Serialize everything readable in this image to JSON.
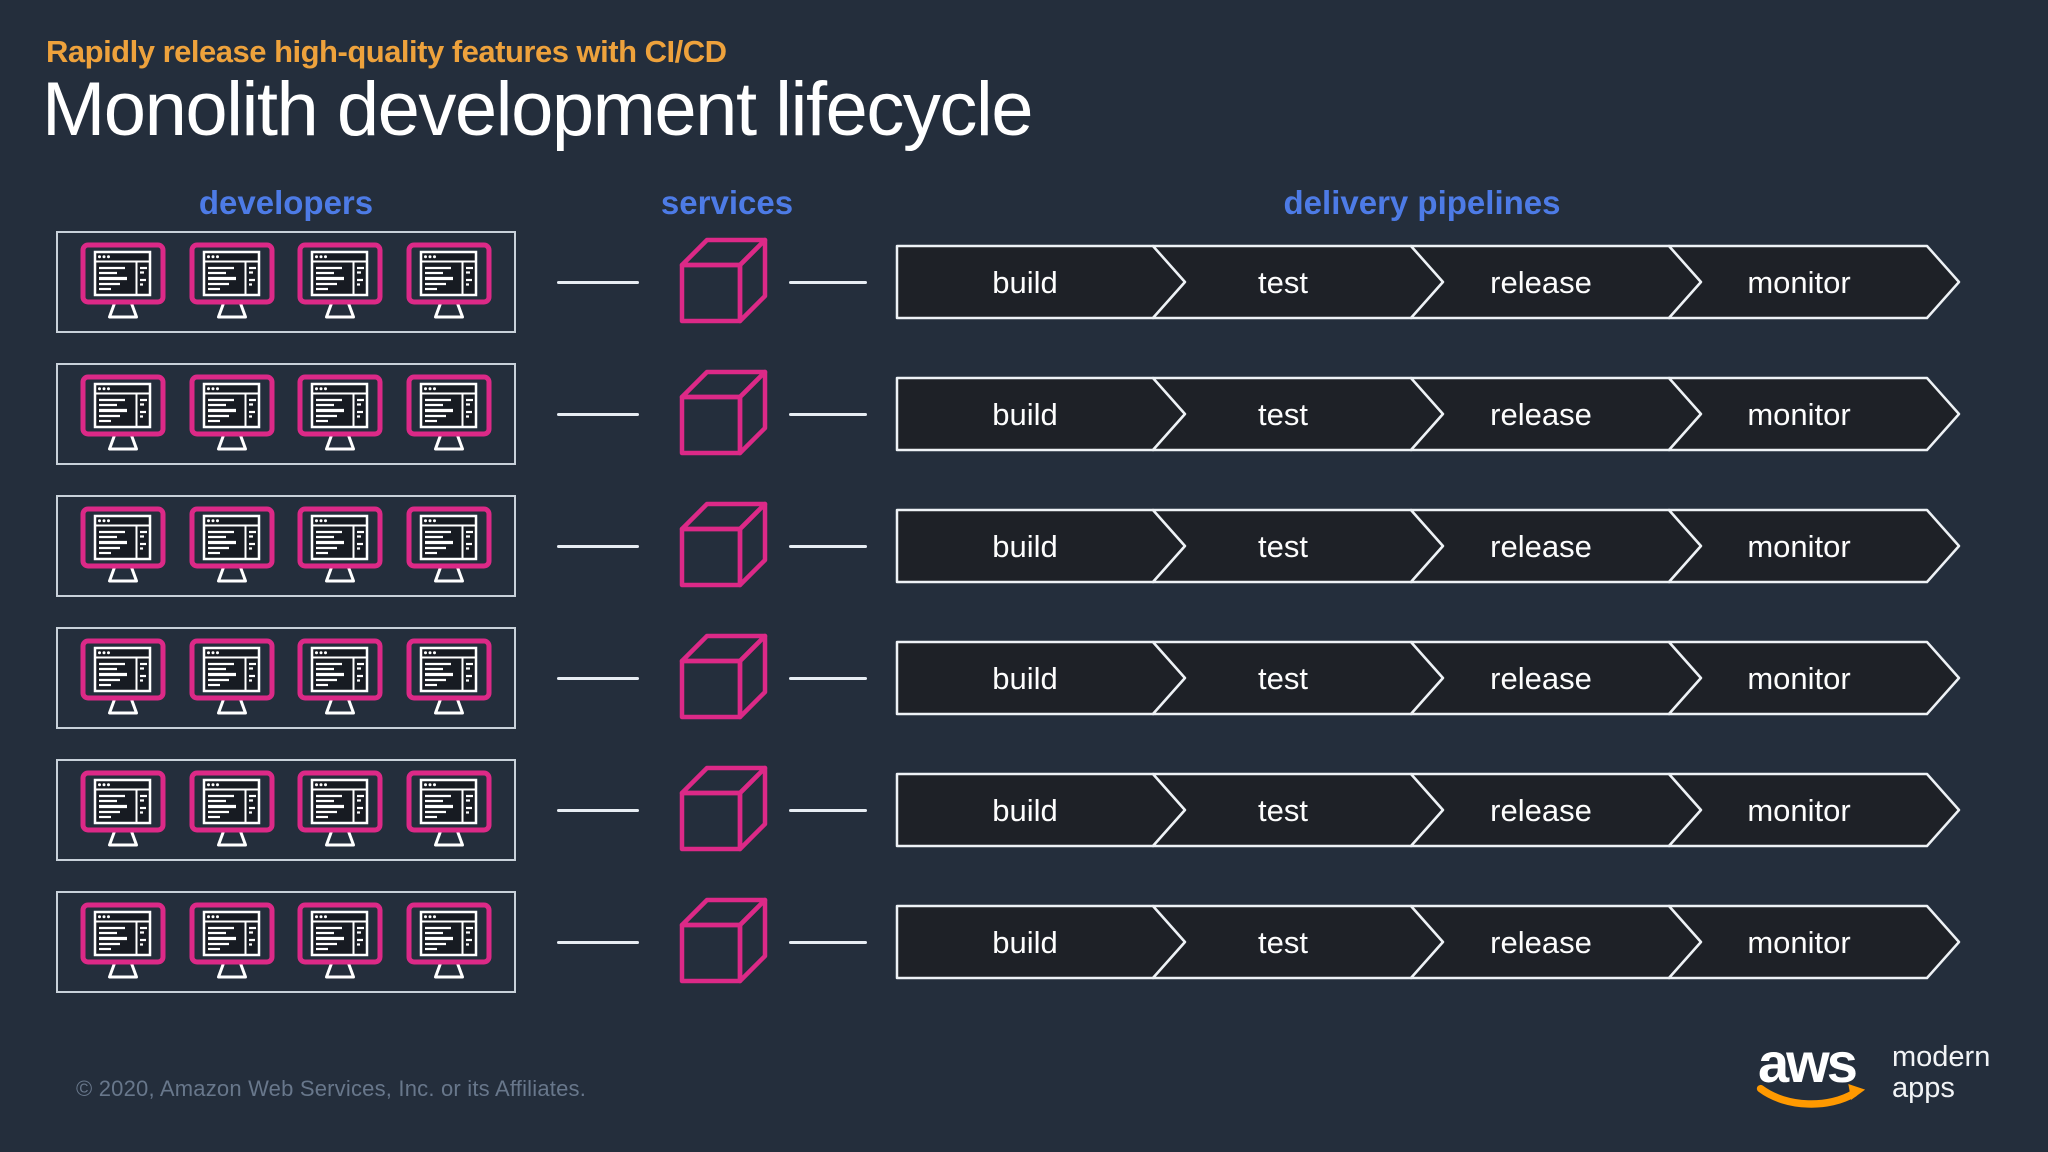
{
  "header": {
    "kicker": "Rapidly release high-quality features with CI/CD",
    "title": "Monolith development lifecycle"
  },
  "columns": {
    "developers": "developers",
    "services": "services",
    "pipelines": "delivery pipelines"
  },
  "diagram": {
    "row_count": 6,
    "monitors_per_row": 4,
    "pipeline_stages": [
      "build",
      "test",
      "release",
      "monitor"
    ],
    "icons": {
      "developer": "monitor-icon",
      "service": "cube-icon",
      "link": "connector-line"
    }
  },
  "footer": {
    "copyright": "© 2020, Amazon Web Services, Inc. or its Affiliates.",
    "logo_text": "aws",
    "logo_sub_line1": "modern",
    "logo_sub_line2": "apps"
  },
  "colors": {
    "background": "#242e3c",
    "accent_orange": "#eea23c",
    "accent_blue": "#4d7be6",
    "accent_pink": "#dc2987",
    "pipeline_fill": "#1e2127",
    "pipeline_stroke": "#eef2f6",
    "aws_smile_orange": "#ff9900",
    "footer_text": "#68778b"
  }
}
